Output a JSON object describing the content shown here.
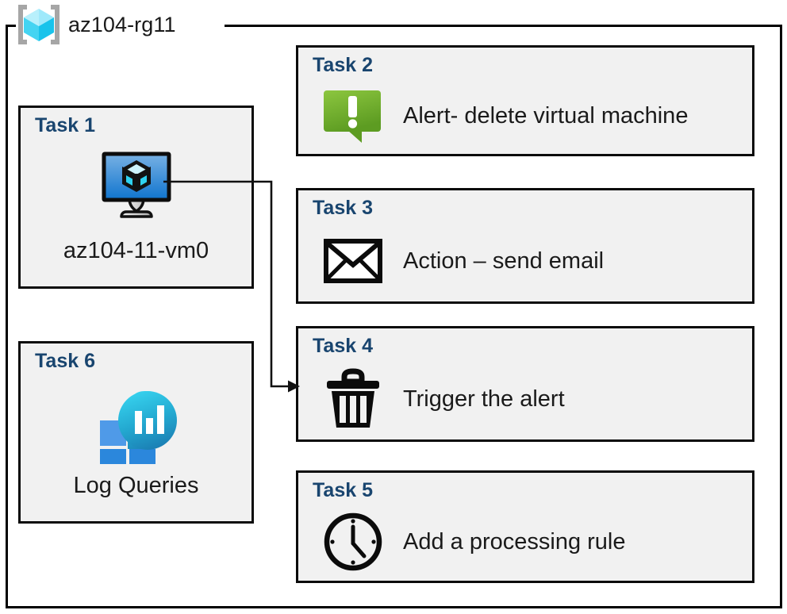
{
  "resource_group": {
    "label": "az104-rg11",
    "icon": "resource-group-cube-icon",
    "border_color": "#000000"
  },
  "theme": {
    "card_fill": "#f1f1f1",
    "card_border": "#0b0b0b",
    "title_color": "#19456f",
    "body_text_color": "#1a1a1a",
    "alert_green_light": "#83c341",
    "alert_green_dark": "#5f9e24",
    "vm_blue_light": "#6aa9e0",
    "vm_blue_dark": "#1277ce",
    "log_square_light": "#4f9ae8",
    "log_square_dark": "#2b87dc",
    "log_gradient_top": "#32cbe8",
    "log_gradient_bottom": "#1c82b5"
  },
  "cards": {
    "task1": {
      "title": "Task 1",
      "caption": "az104-11-vm0",
      "icon": "virtual-machine-icon"
    },
    "task2": {
      "title": "Task 2",
      "text": "Alert- delete virtual machine",
      "icon": "alert-callout-icon"
    },
    "task3": {
      "title": "Task 3",
      "text": "Action – send email",
      "icon": "envelope-icon"
    },
    "task4": {
      "title": "Task 4",
      "text": "Trigger the alert",
      "icon": "trash-can-icon"
    },
    "task5": {
      "title": "Task 5",
      "text": "Add a processing rule",
      "icon": "clock-icon"
    },
    "task6": {
      "title": "Task 6",
      "caption": "Log Queries",
      "icon": "log-analytics-icon"
    }
  },
  "connector": {
    "from": "task1-virtual-machine-icon",
    "to": "task4-card",
    "arrow": "arrowhead-right"
  }
}
